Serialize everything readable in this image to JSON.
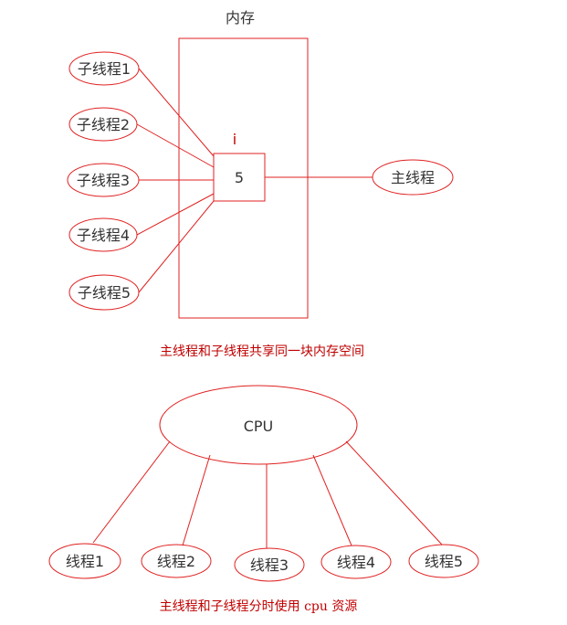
{
  "top_diagram": {
    "memory_label": "内存",
    "variable_name": "i",
    "variable_value": "5",
    "main_thread": "主线程",
    "child_threads": [
      "子线程1",
      "子线程2",
      "子线程3",
      "子线程4",
      "子线程5"
    ],
    "caption": "主线程和子线程共享同一块内存空间"
  },
  "bottom_diagram": {
    "cpu_label": "CPU",
    "threads": [
      "线程1",
      "线程2",
      "线程3",
      "线程4",
      "线程5"
    ],
    "caption": "主线程和子线程分时使用 cpu 资源"
  },
  "colors": {
    "stroke": "#e02020",
    "text": "#c00000"
  }
}
